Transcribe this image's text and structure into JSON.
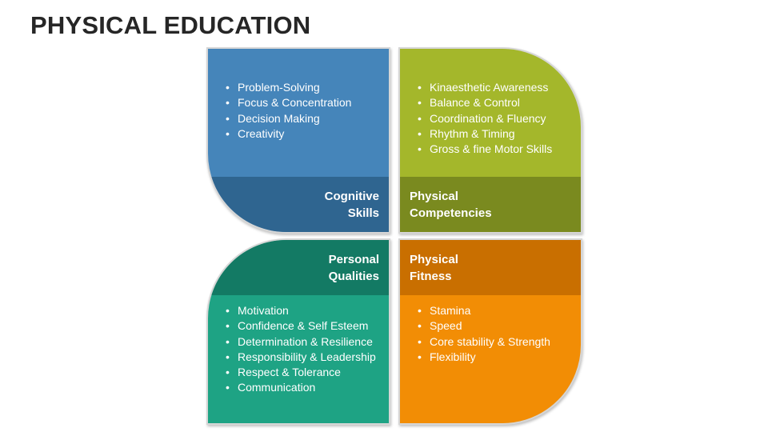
{
  "title": "PHYSICAL EDUCATION",
  "colors": {
    "blue": "#4585ba",
    "blue_dark": "#2f6590",
    "green": "#a4b72b",
    "green_dark": "#7a8a1f",
    "teal": "#1ea384",
    "teal_dark": "#137a64",
    "orange": "#f28d05",
    "orange_dark": "#c96f00"
  },
  "petals": [
    {
      "label": [
        "Cognitive",
        "Skills"
      ],
      "items": [
        "Problem-Solving",
        "Focus & Concentration",
        "Decision Making",
        "Creativity"
      ]
    },
    {
      "label": [
        "Physical",
        "Competencies"
      ],
      "items": [
        "Kinaesthetic Awareness",
        "Balance & Control",
        "Coordination & Fluency",
        "Rhythm & Timing",
        "Gross & fine Motor Skills"
      ]
    },
    {
      "label": [
        "Personal",
        "Qualities"
      ],
      "items": [
        "Motivation",
        "Confidence & Self Esteem",
        "Determination & Resilience",
        "Responsibility & Leadership",
        "Respect & Tolerance",
        "Communication"
      ]
    },
    {
      "label": [
        "Physical",
        "Fitness"
      ],
      "items": [
        "Stamina",
        "Speed",
        "Core stability & Strength",
        "Flexibility"
      ]
    }
  ]
}
